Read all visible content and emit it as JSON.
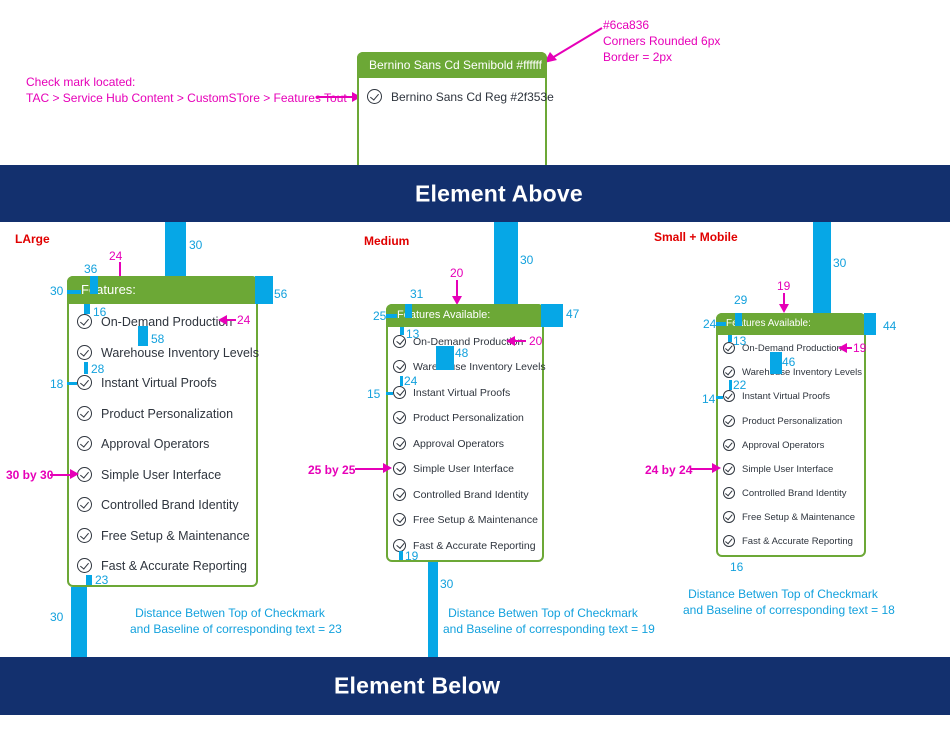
{
  "top": {
    "color_annotation": [
      "#6ca836",
      "Corners Rounded 6px",
      "Border = 2px"
    ],
    "check_annotation": [
      "Check mark located:",
      "TAC > Service Hub Content > CustomSTore > Features Tout"
    ],
    "header_label": "Bernino Sans Cd Semibold #ffffff",
    "item_label": "Bernino Sans Cd Reg #2f353e"
  },
  "banners": {
    "above": "Element Above",
    "below": "Element Below"
  },
  "colors": {
    "green": "#6ca836",
    "text": "#2f353e",
    "navy": "#13306e",
    "blue": "#06a7e6",
    "magenta": "#e600b8",
    "red": "#e00000"
  },
  "large": {
    "size_label": "LArge",
    "header": "Features:",
    "items": [
      "On-Demand Production",
      "Warehouse Inventory Levels",
      "Instant Virtual Proofs",
      "Product Personalization",
      "Approval Operators",
      "Simple User Interface",
      "Controlled Brand Identity",
      "Free Setup & Maintenance",
      "Fast & Accurate Reporting"
    ],
    "m_top": "30",
    "m_left_pad": "30",
    "m_head_left": "36",
    "m_head_h": "56",
    "m_head_below": "16",
    "m_text_top": "24",
    "m_text_right": "24",
    "m_58": "58",
    "m_28": "28",
    "m_18": "18",
    "m_check": "30 by 30",
    "m_23": "23",
    "m_bottom": "30",
    "note": [
      "Distance Betwen Top of Checkmark",
      "and Baseline of corresponding text = 23"
    ]
  },
  "medium": {
    "size_label": "Medium",
    "header": "Features Available:",
    "items": [
      "On-Demand Production",
      "Warehouse Inventory Levels",
      "Instant Virtual Proofs",
      "Product Personalization",
      "Approval Operators",
      "Simple User Interface",
      "Controlled Brand Identity",
      "Free Setup & Maintenance",
      "Fast & Accurate Reporting"
    ],
    "m_top": "30",
    "m_left_pad": "25",
    "m_head_left": "31",
    "m_head_h": "47",
    "m_head_below": "13",
    "m_text_top": "20",
    "m_text_right": "20",
    "m_48": "48",
    "m_24": "24",
    "m_15": "15",
    "m_check": "25 by 25",
    "m_19": "19",
    "m_bottom": "30",
    "note": [
      "Distance Betwen Top of Checkmark",
      "and Baseline of corresponding text = 19"
    ]
  },
  "small": {
    "size_label": "Small + Mobile",
    "header": "Features Available:",
    "items": [
      "On-Demand Production",
      "Warehouse Inventory Levels",
      "Instant Virtual Proofs",
      "Product Personalization",
      "Approval Operators",
      "Simple User Interface",
      "Controlled Brand Identity",
      "Free Setup & Maintenance",
      "Fast & Accurate Reporting"
    ],
    "m_top": "30",
    "m_left_pad": "24",
    "m_head_left": "29",
    "m_head_h": "44",
    "m_head_below": "13",
    "m_text_top": "19",
    "m_text_right": "19",
    "m_46": "46",
    "m_22": "22",
    "m_14": "14",
    "m_check": "24 by 24",
    "m_16": "16",
    "note": [
      "Distance Betwen Top of Checkmark",
      "and Baseline of corresponding text = 18"
    ]
  }
}
